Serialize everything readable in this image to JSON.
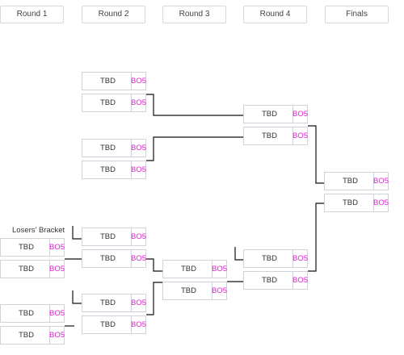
{
  "rounds": [
    "Round 1",
    "Round 2",
    "Round 3",
    "Round 4",
    "Finals"
  ],
  "bracket_label": "Losers' Bracket",
  "slot_team": "TBD",
  "slot_format": "BO5",
  "colors": {
    "format_text": "#e020d0",
    "lines": "#111111",
    "slot_border": "#cfd3da"
  }
}
